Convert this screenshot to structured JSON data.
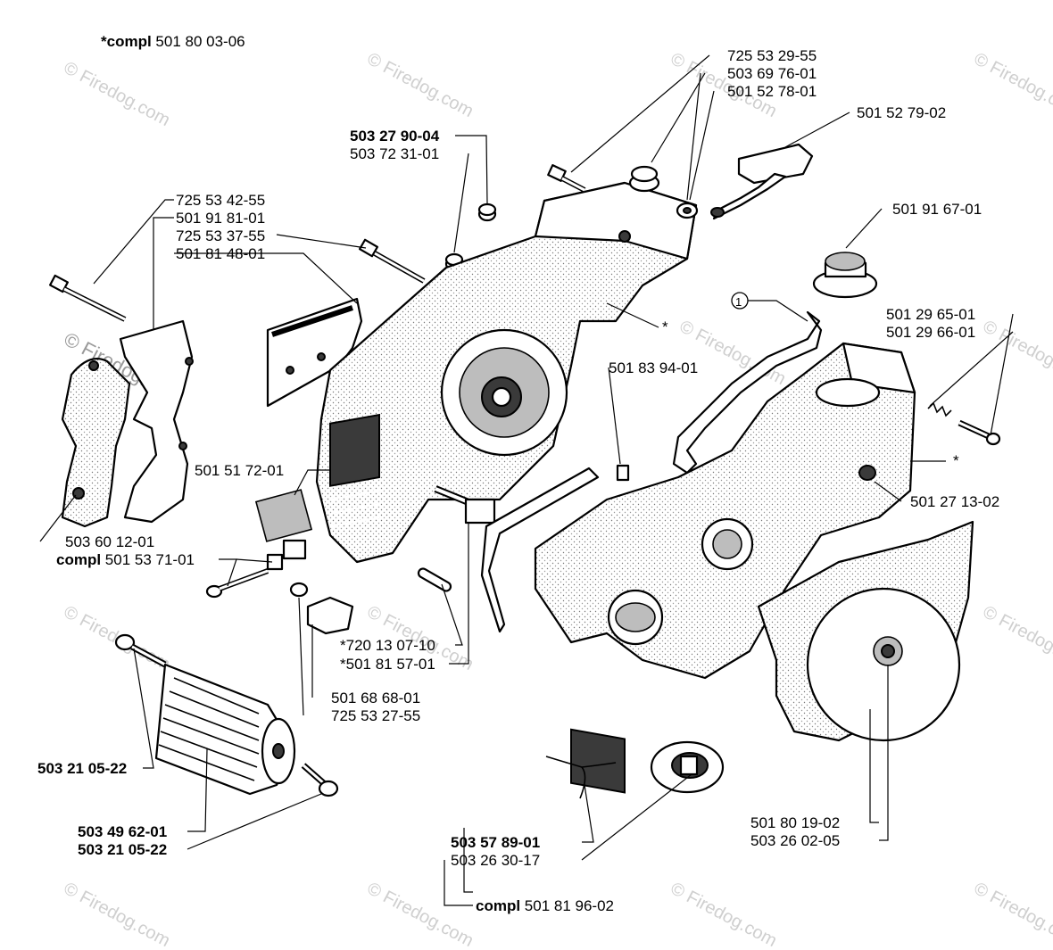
{
  "header": {
    "compl_prefix": "*compl",
    "compl_number": "501 80 03-06"
  },
  "labels": {
    "p_725_53_29_55": "725 53 29-55",
    "p_503_69_76_01": "503 69 76-01",
    "p_501_52_78_01": "501 52 78-01",
    "p_501_52_79_02": "501 52 79-02",
    "p_503_27_90_04": "503 27 90-04",
    "p_503_72_31_01": "503 72 31-01",
    "p_725_53_42_55": "725 53 42-55",
    "p_501_91_81_01": "501 91 81-01",
    "p_725_53_37_55": "725 53 37-55",
    "p_501_81_48_01": "501 81 48-01",
    "p_501_91_67_01": "501 91 67-01",
    "p_501_29_65_01": "501 29 65-01",
    "p_501_29_66_01": "501 29 66-01",
    "p_501_83_94_01": "501 83 94-01",
    "p_501_27_13_02": "501 27 13-02",
    "p_501_51_72_01": "501 51 72-01",
    "p_503_60_12_01": "503 60 12-01",
    "compl_word": "compl",
    "p_501_53_71_01": "501 53 71-01",
    "p_720_13_07_10": "*720 13 07-10",
    "p_501_81_57_01": "*501 81 57-01",
    "p_501_68_68_01": "501 68 68-01",
    "p_725_53_27_55": "725 53 27-55",
    "p_503_21_05_22_a": "503 21 05-22",
    "p_503_49_62_01": "503 49 62-01",
    "p_503_21_05_22_b": "503 21 05-22",
    "p_501_80_19_02": "501 80 19-02",
    "p_503_26_02_05": "503 26 02-05",
    "p_503_57_89_01": "503 57 89-01",
    "p_503_26_30_17": "503 26 30-17",
    "compl_word_2": "compl",
    "p_501_81_96_02": "501 81 96-02",
    "asterisk": "*",
    "circle_one": "1"
  },
  "watermark": {
    "text": "© Firedog.com"
  }
}
